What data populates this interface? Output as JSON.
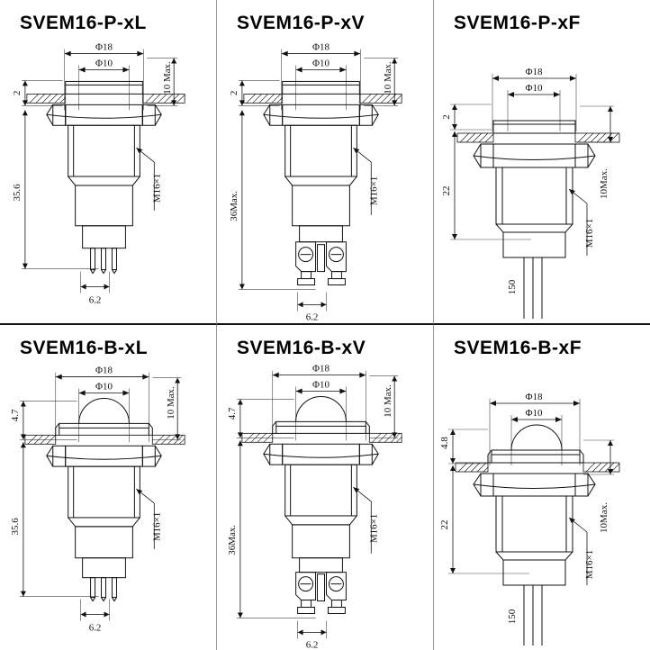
{
  "sheet": {
    "kind": "technical-dimension-drawing-sheet",
    "product_family": "SVEM16",
    "units": "mm",
    "panel_count": 6,
    "columns": 3,
    "rows": 2,
    "line_color": "#111111",
    "background_color": "#ffffff",
    "divider_color": "#9a9a9a"
  },
  "panels": [
    {
      "id": "p1",
      "title": "SVEM16-P-xL",
      "head_style": "flat",
      "termination": "solder-pins",
      "dimensions": {
        "outer_diameter": "Φ18",
        "inner_diameter": "Φ10",
        "head_height": "2",
        "panel_thickness": "10 Max.",
        "total_length": "35.6",
        "pin_spacing": "6.2",
        "thread": "M16×1"
      }
    },
    {
      "id": "p2",
      "title": "SVEM16-P-xV",
      "head_style": "flat",
      "termination": "screw-terminals",
      "dimensions": {
        "outer_diameter": "Φ18",
        "inner_diameter": "Φ10",
        "head_height": "2",
        "panel_thickness": "10 Max.",
        "total_length": "36Max.",
        "pin_spacing": "6.2",
        "thread": "M16×1"
      }
    },
    {
      "id": "p3",
      "title": "SVEM16-P-xF",
      "head_style": "flat",
      "termination": "flying-leads",
      "dimensions": {
        "outer_diameter": "Φ18",
        "inner_diameter": "Φ10",
        "head_height": "2",
        "panel_thickness": "10Max.",
        "body_length": "22",
        "wire_length": "150",
        "thread": "M16×1"
      }
    },
    {
      "id": "p4",
      "title": "SVEM16-B-xL",
      "head_style": "domed",
      "termination": "solder-pins",
      "dimensions": {
        "outer_diameter": "Φ18",
        "inner_diameter": "Φ10",
        "head_height": "4.7",
        "panel_thickness": "10 Max.",
        "total_length": "35.6",
        "pin_spacing": "6.2",
        "thread": "M16×1"
      }
    },
    {
      "id": "p5",
      "title": "SVEM16-B-xV",
      "head_style": "domed",
      "termination": "screw-terminals",
      "dimensions": {
        "outer_diameter": "Φ18",
        "inner_diameter": "Φ10",
        "head_height": "4.7",
        "panel_thickness": "10 Max.",
        "total_length": "36Max.",
        "pin_spacing": "6.2",
        "thread": "M16×1"
      }
    },
    {
      "id": "p6",
      "title": "SVEM16-B-xF",
      "head_style": "domed",
      "termination": "flying-leads",
      "dimensions": {
        "outer_diameter": "Φ18",
        "inner_diameter": "Φ10",
        "head_height": "4.8",
        "panel_thickness": "10Max.",
        "body_length": "22",
        "wire_length": "150",
        "thread": "M16×1"
      }
    }
  ]
}
